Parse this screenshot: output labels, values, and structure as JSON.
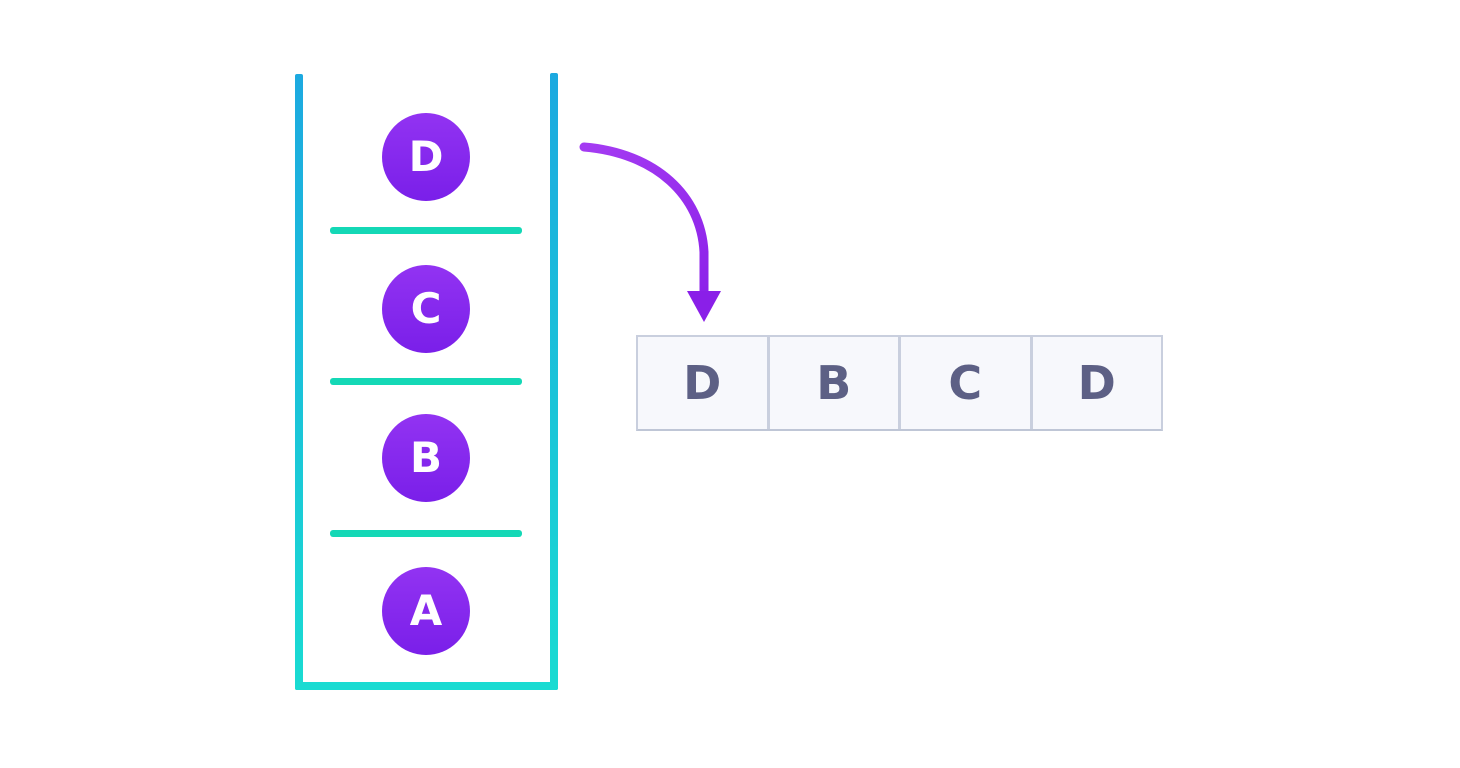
{
  "diagram": {
    "name": "stack-to-array-visualization",
    "stack": {
      "items": [
        {
          "label": "D"
        },
        {
          "label": "C"
        },
        {
          "label": "B"
        },
        {
          "label": "A"
        }
      ]
    },
    "array": {
      "cells": [
        {
          "label": "D"
        },
        {
          "label": "B"
        },
        {
          "label": "C"
        },
        {
          "label": "D"
        }
      ]
    },
    "colors": {
      "container_top": "#1CA9E0",
      "container_bottom": "#19DBD2",
      "divider": "#14D8B6",
      "node_top": "#9233F2",
      "node_bottom": "#7A1FE9",
      "node_text": "#FFFFFF",
      "arrow_start": "#A43BF2",
      "arrow_end": "#8A1FE8",
      "cell_bg": "#F7F8FC",
      "cell_border": "#C9CFDE",
      "cell_border_dark": "#BFC6D6",
      "cell_text": "#5D6085"
    }
  }
}
